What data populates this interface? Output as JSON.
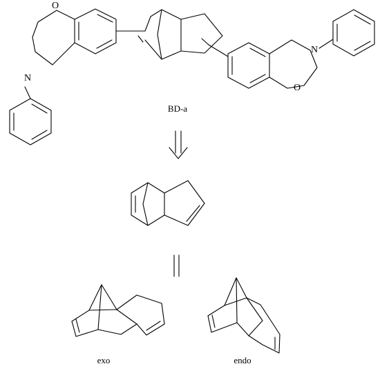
{
  "molecule_bd_a": {
    "label": "BD-a",
    "left_oxazine": {
      "oxygen": "O",
      "nitrogen": "N"
    },
    "right_oxazine": {
      "oxygen": "O",
      "nitrogen": "N"
    }
  },
  "precursor": {
    "arrow": "retrosynthesis-arrow",
    "equivalence": "equals-sign"
  },
  "isomers": {
    "exo_label": "exo",
    "endo_label": "endo"
  },
  "colors": {
    "ink": "#000000",
    "background": "#ffffff"
  }
}
